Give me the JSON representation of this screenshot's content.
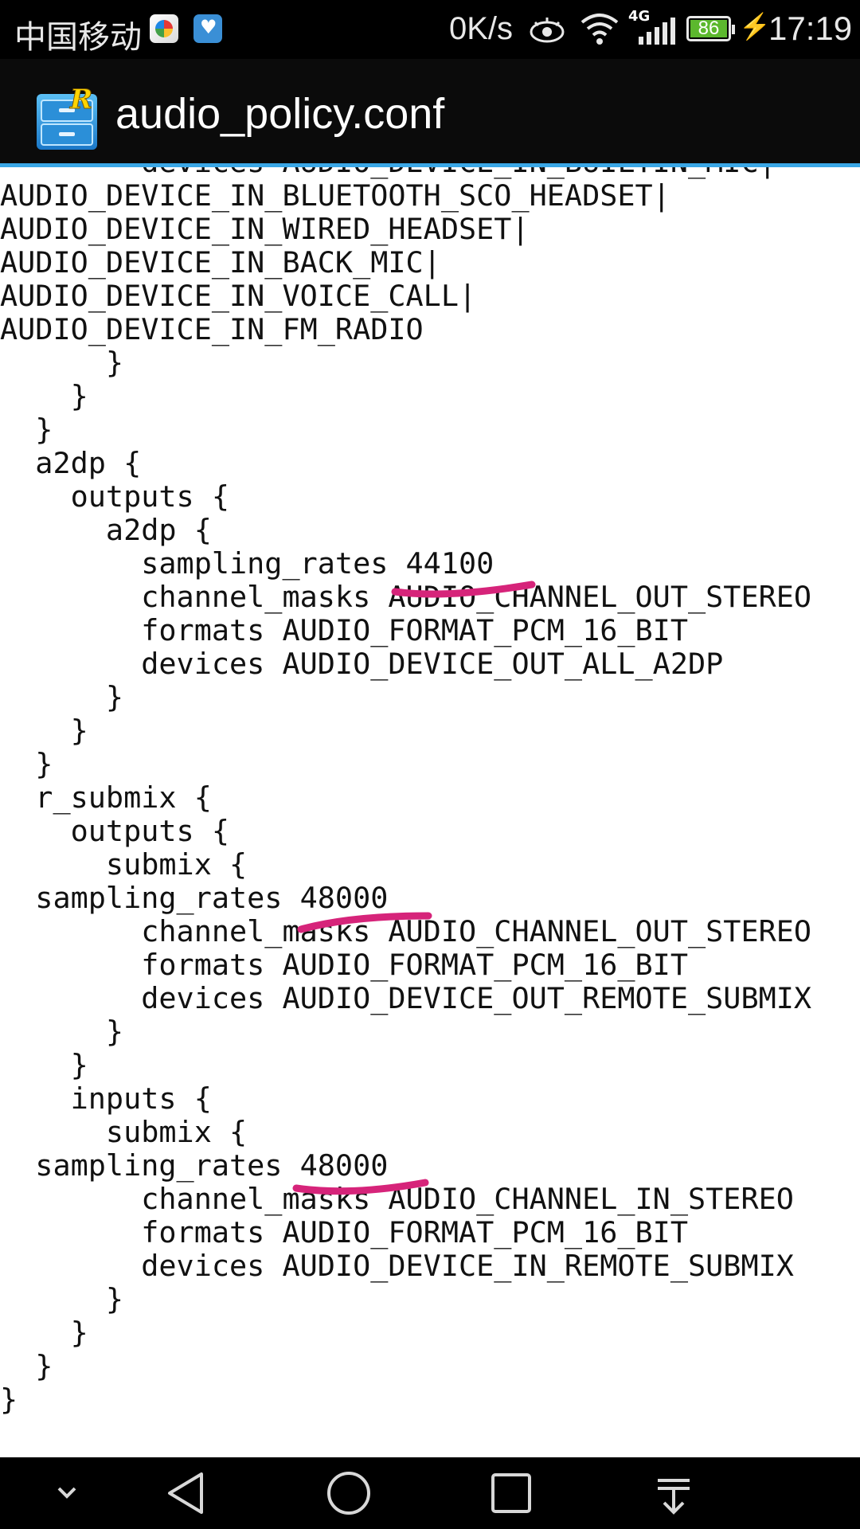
{
  "status_bar": {
    "carrier": "中国移动",
    "net_speed": "0K/s",
    "network_type": "4G",
    "battery_level": "86",
    "time": "17:19",
    "icons": [
      "app-notification-icon",
      "health-app-icon",
      "eye-icon",
      "wifi-icon",
      "signal-icon",
      "battery-icon",
      "charging-icon"
    ]
  },
  "app_bar": {
    "title": "audio_policy.conf",
    "icon": "root-explorer-icon",
    "accent": "#3aa7e6"
  },
  "file": {
    "lines": [
      "        devices AUDIO_DEVICE_IN_BUILTIN_MIC|",
      "AUDIO_DEVICE_IN_BLUETOOTH_SCO_HEADSET|",
      "AUDIO_DEVICE_IN_WIRED_HEADSET|",
      "AUDIO_DEVICE_IN_BACK_MIC|",
      "AUDIO_DEVICE_IN_VOICE_CALL|",
      "AUDIO_DEVICE_IN_FM_RADIO",
      "      }",
      "    }",
      "  }",
      "  a2dp {",
      "    outputs {",
      "      a2dp {",
      "        sampling_rates 44100",
      "        channel_masks AUDIO_CHANNEL_OUT_STEREO",
      "        formats AUDIO_FORMAT_PCM_16_BIT",
      "        devices AUDIO_DEVICE_OUT_ALL_A2DP",
      "      }",
      "    }",
      "  }",
      "  r_submix {",
      "    outputs {",
      "      submix {",
      "  sampling_rates 48000",
      "        channel_masks AUDIO_CHANNEL_OUT_STEREO",
      "        formats AUDIO_FORMAT_PCM_16_BIT",
      "        devices AUDIO_DEVICE_OUT_REMOTE_SUBMIX",
      "      }",
      "    }",
      "    inputs {",
      "      submix {",
      "  sampling_rates 48000",
      "        channel_masks AUDIO_CHANNEL_IN_STEREO",
      "        formats AUDIO_FORMAT_PCM_16_BIT",
      "        devices AUDIO_DEVICE_IN_REMOTE_SUBMIX",
      "      }",
      "    }",
      "  }",
      "}"
    ],
    "highlight_color": "#d6247a"
  },
  "nav_bar": {
    "buttons": [
      "hide-nav-icon",
      "back-icon",
      "home-icon",
      "recents-icon",
      "notification-pull-icon"
    ]
  }
}
